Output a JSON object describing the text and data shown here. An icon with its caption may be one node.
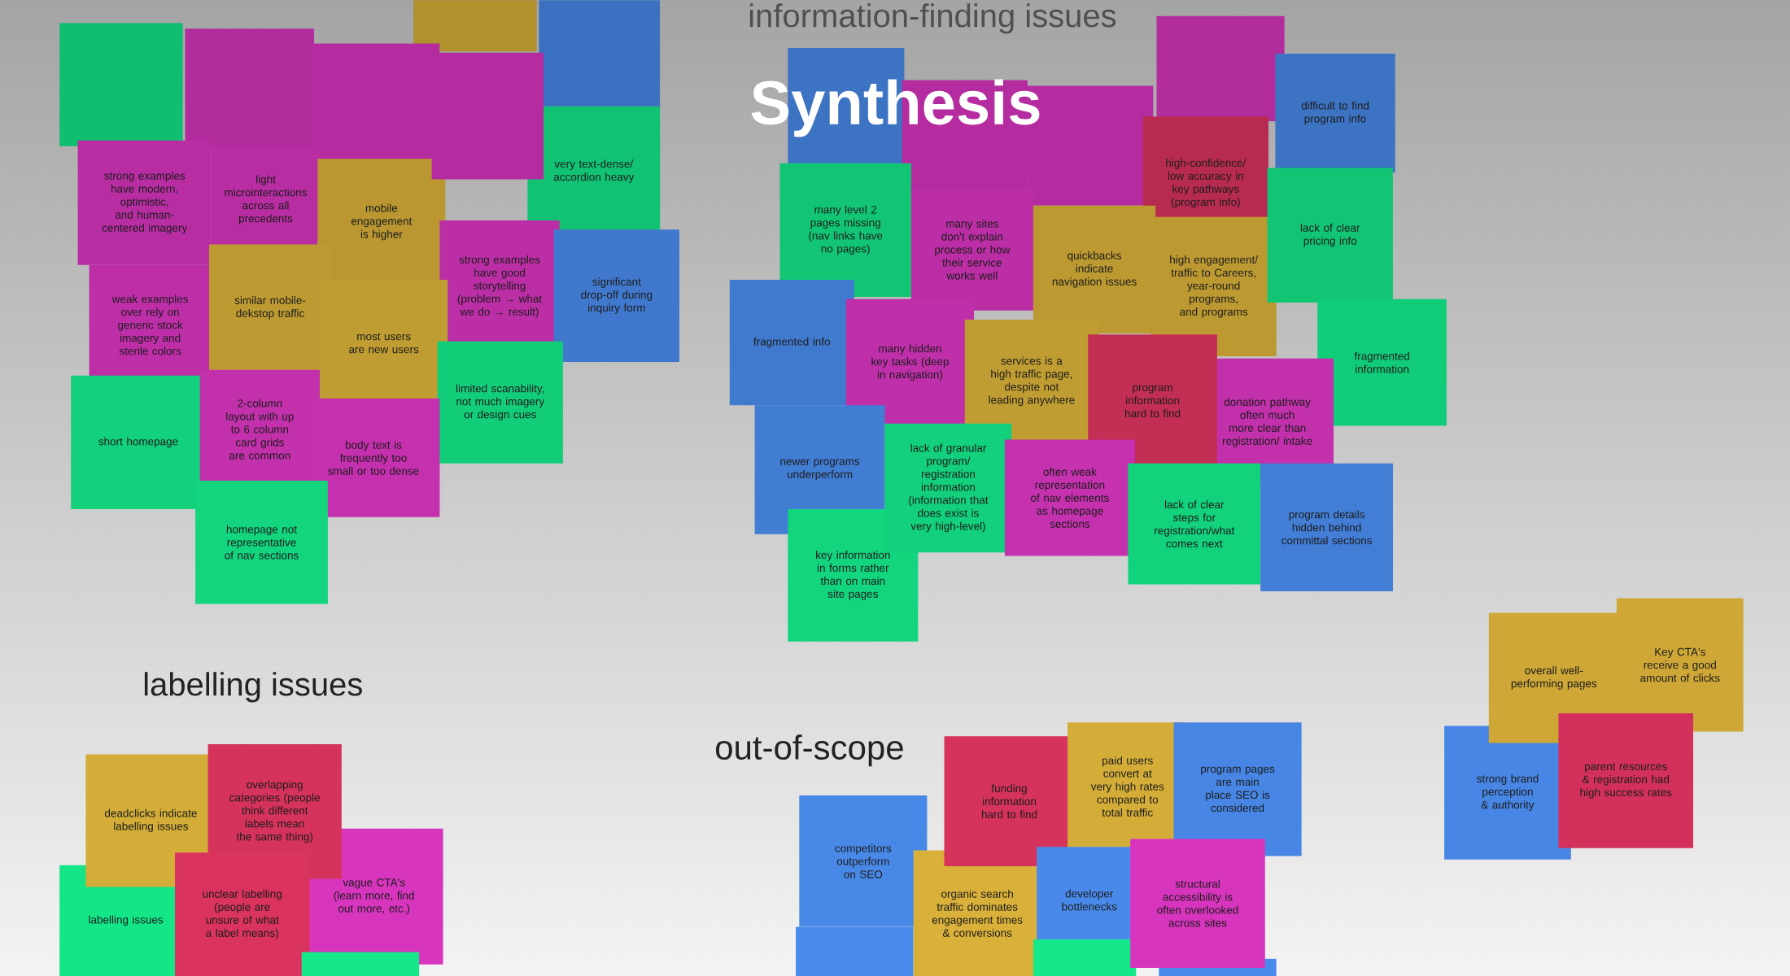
{
  "diagram": {
    "title": "Synthesis",
    "nodes": [
      {
        "text": [],
        "shape": "box"
      },
      {
        "text": [],
        "shape": "box"
      },
      {
        "text": [],
        "shape": "box"
      },
      {
        "text": [],
        "shape": "box"
      },
      {
        "text": [],
        "shape": "box"
      },
      {
        "text": [],
        "shape": "box"
      },
      {
        "text": [
          "very text-dense/ accordion heavy"
        ]
      },
      {
        "text": [
          "strong examples have modern, optimistic, and human-centered imagery"
        ]
      },
      {
        "text": [
          "light microinteractions across all precedents"
        ]
      },
      {
        "text": [
          "mobile engagement is higher"
        ]
      },
      {
        "text": [
          "strong examples have good storytelling (problem → what we do → result)"
        ]
      },
      {
        "text": [
          "significant drop-off during inquiry form"
        ]
      },
      {
        "text": [
          "weak examples over rely on generic stock imagery and sterile colors"
        ]
      },
      {
        "text": [
          "similar mobile-dekstop traffic"
        ]
      },
      {
        "text": [
          "most users are new users"
        ]
      },
      {
        "text": [
          "limited scanability, not much imagery or design cues"
        ]
      },
      {
        "text": [
          "short homepage"
        ]
      },
      {
        "text": [
          "2-column layout with up to 6 column card grids are common"
        ]
      },
      {
        "text": [
          "body text is frequently too small or too dense"
        ]
      },
      {
        "text": [
          "homepage not representative of nav sections"
        ]
      },
      {
        "text": [],
        "shape": "box"
      },
      {
        "text": [],
        "shape": "box"
      },
      {
        "text": [],
        "shape": "box"
      },
      {
        "text": [],
        "shape": "box"
      },
      {
        "text": [
          "difficult to find program info"
        ]
      },
      {
        "text": [
          "high-confidence/ low accuracy in key pathways (program info)"
        ]
      },
      {
        "text": [
          "many level 2 pages missing (nav links have no pages)"
        ]
      },
      {
        "text": [
          "many sites don't explain process or how their service works well"
        ]
      },
      {
        "text": [
          "quickbacks indicate navigation issues"
        ]
      },
      {
        "text": [
          "high engagement/ traffic to Careers, year-round programs, and programs"
        ]
      },
      {
        "text": [
          "lack of clear pricing info"
        ]
      },
      {
        "text": [
          "fragmented info"
        ]
      },
      {
        "text": [
          "many hidden key tasks (deep in navigation)"
        ]
      },
      {
        "text": [
          "services is a high traffic page, despite not leading anywhere"
        ]
      },
      {
        "text": [
          "program information hard to find"
        ]
      },
      {
        "text": [
          "donation pathway often much more clear than registration/ intake"
        ]
      },
      {
        "text": [
          "fragmented information"
        ]
      },
      {
        "text": [
          "newer programs underperform"
        ]
      },
      {
        "text": [
          "lack of granular program/ registration information (information that does exist is very high-level)"
        ]
      },
      {
        "text": [
          "often weak representation of nav elements as homepage sections"
        ]
      },
      {
        "text": [
          "lack of clear steps for registration/what comes next"
        ]
      },
      {
        "text": [
          "program details hidden behind committal sections"
        ]
      },
      {
        "text": [
          "key information in forms rather than on main site pages"
        ]
      },
      {
        "text": [
          "deadclicks indicate labelling issues"
        ]
      },
      {
        "text": [
          "overlapping categories (people think different labels mean the same thing)"
        ]
      },
      {
        "text": [
          "vague CTA's (learn more, find out more, etc.)"
        ]
      },
      {
        "text": [
          "labelling issues"
        ]
      },
      {
        "text": [
          "unclear labelling (people are unsure of what a label means)"
        ]
      },
      {
        "text": [],
        "shape": "box"
      },
      {
        "text": [
          "funding information hard to find"
        ]
      },
      {
        "text": [
          "paid users convert at very high rates compared to total traffic"
        ]
      },
      {
        "text": [
          "program pages are main place SEO is considered"
        ]
      },
      {
        "text": [
          "competitors outperform on SEO"
        ]
      },
      {
        "text": [
          "developer bottlenecks"
        ]
      },
      {
        "text": [
          "organic search traffic dominates engagement times & conversions"
        ]
      },
      {
        "text": [
          "structural accessibility is often overlooked across sites"
        ]
      },
      {
        "text": [],
        "shape": "box"
      },
      {
        "text": [],
        "shape": "box"
      },
      {
        "text": [],
        "shape": "box"
      },
      {
        "text": [
          "overall well-performing pages"
        ]
      },
      {
        "text": [
          "Key CTA's receive a good amount of clicks"
        ]
      },
      {
        "text": [
          "strong brand perception & authority"
        ]
      },
      {
        "text": [
          "parent resources & registration had high success rates"
        ]
      }
    ],
    "labels": [
      "information-finding issues",
      "labelling issues",
      "out-of-scope"
    ]
  }
}
